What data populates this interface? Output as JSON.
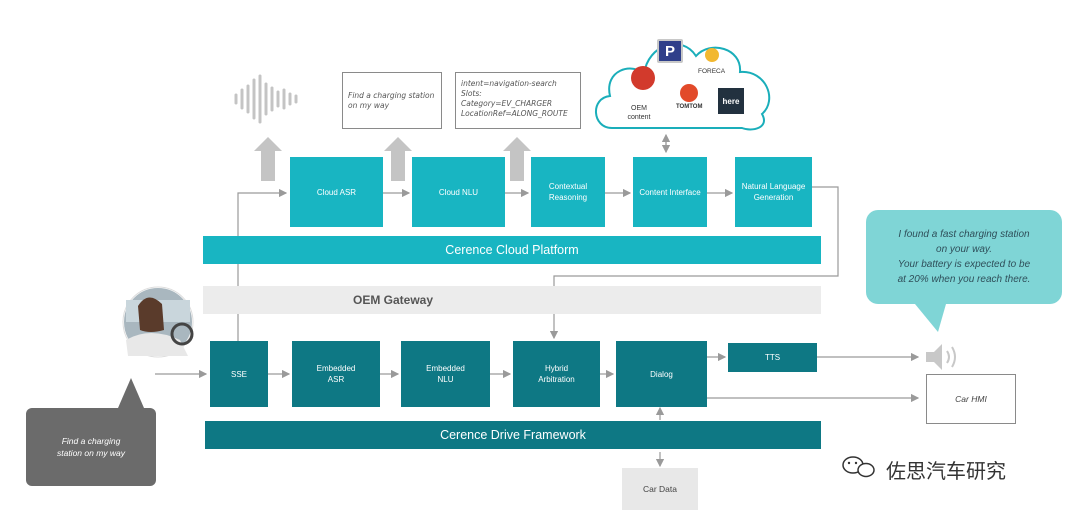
{
  "colors": {
    "cloud_teal": "#18b5c2",
    "drive_teal": "#0e7884",
    "gateway_gray": "#ececec",
    "arrow_gray": "#c4c4c4",
    "bubble_gray": "#6b6b6b",
    "bubble_teal": "#7fd5d6"
  },
  "cloud_layer": {
    "boxes": [
      "Cloud ASR",
      "Cloud NLU",
      "Contextual\nReasoning",
      "Content Interface",
      "Natural Language\nGeneration"
    ],
    "platform_label": "Cerence Cloud Platform"
  },
  "gateway_label": "OEM Gateway",
  "drive_layer": {
    "boxes": [
      "SSE",
      "Embedded\nASR",
      "Embedded\nNLU",
      "Hybrid\nArbitration",
      "Dialog",
      "TTS"
    ],
    "framework_label": "Cerence Drive Framework"
  },
  "notes": {
    "asr_result": "Find a charging station\non my way",
    "nlu_result": "intent=navigation-search\nSlots:\n  Category=EV_CHARGER\n  LocationRef=ALONG_ROUTE"
  },
  "content_cloud": {
    "label": "OEM\ncontent",
    "providers": [
      "FORECA",
      "TOMTOM",
      "here"
    ],
    "provider_icons": [
      "parking-icon",
      "sun-cloud-icon",
      "pin-icon",
      "here-logo",
      "oem-logo"
    ]
  },
  "user_bubble": "Find a charging\nstation on my way",
  "response_bubble": "I found a fast charging station\non your way.\nYour battery is expected to be\nat 20% when you reach there.",
  "outputs": {
    "car_hmi": "Car HMI",
    "car_data": "Car Data"
  },
  "watermark": "佐思汽车研究",
  "icons": [
    "sound-wave-icon",
    "speaker-icon",
    "driver-avatar",
    "wechat-icon"
  ]
}
